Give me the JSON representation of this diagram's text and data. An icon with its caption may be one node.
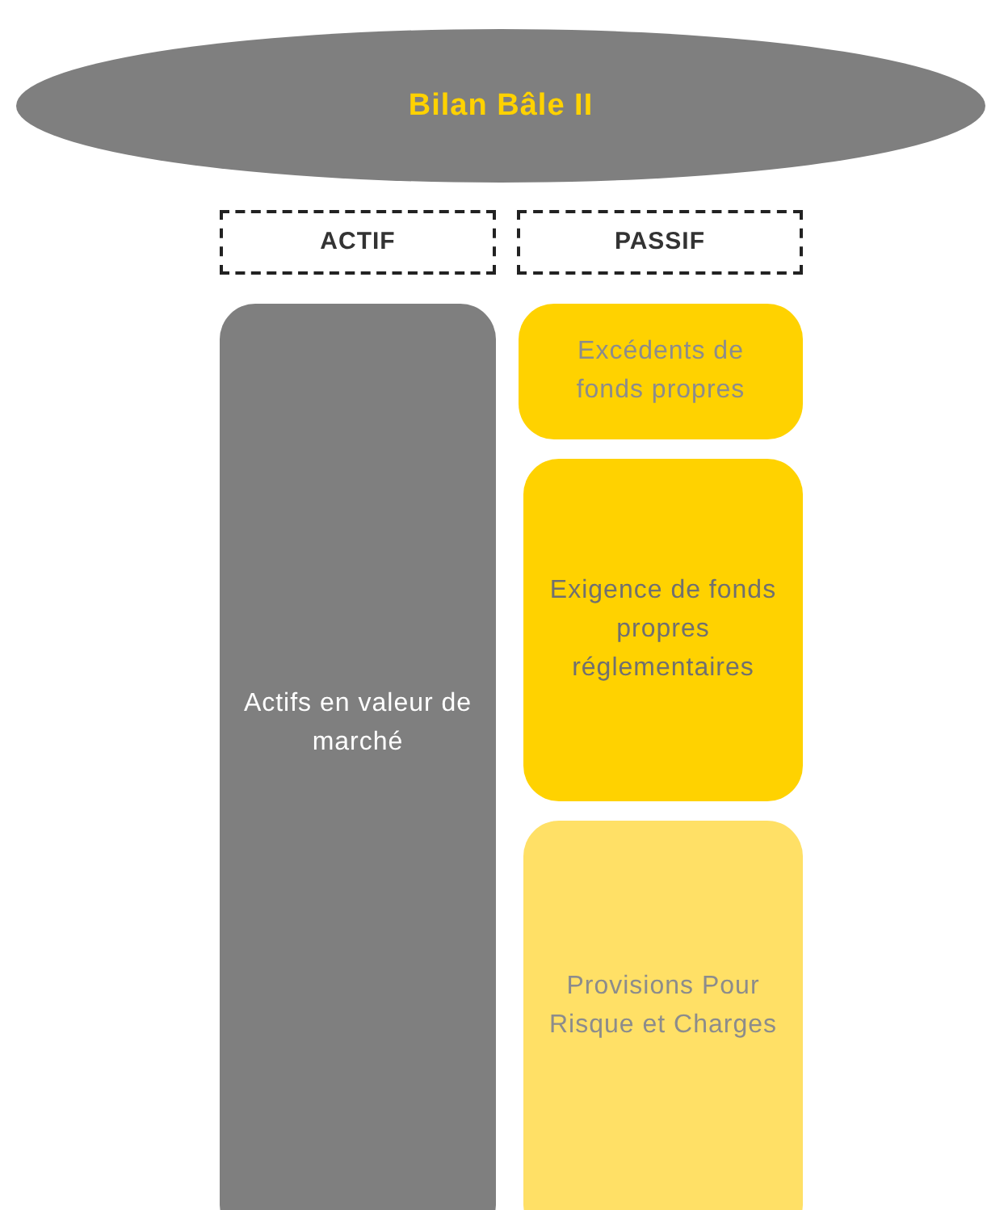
{
  "diagram": {
    "nodes": [
      {
        "text": [
          "Bilan Bâle II"
        ]
      },
      {
        "text": [
          "ACTIF"
        ]
      },
      {
        "text": [
          "PASSIF"
        ]
      },
      {
        "text": [
          "Actifs en valeur de marché"
        ]
      },
      {
        "text": [
          "Excédents de fonds propres"
        ]
      },
      {
        "text": [
          "Exigence de fonds propres réglementaires"
        ]
      },
      {
        "text": [
          "Provisions Pour Risque et Charges"
        ]
      }
    ]
  }
}
